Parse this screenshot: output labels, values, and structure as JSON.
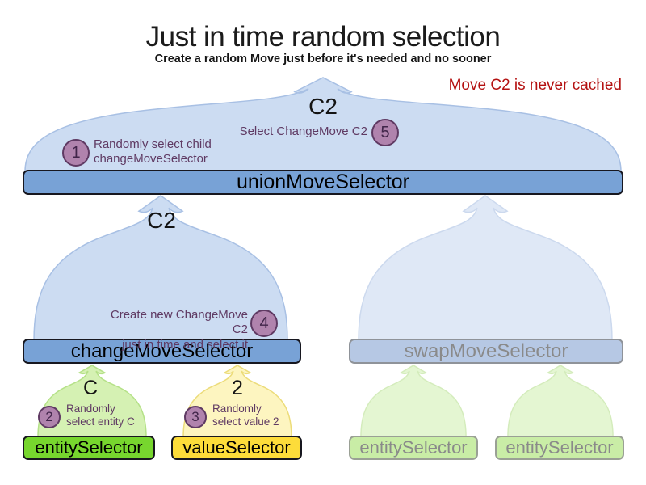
{
  "title": "Just in time random selection",
  "subtitle": "Create a random Move just before it's needed and no sooner",
  "note": {
    "text": "Move C2 is never cached",
    "color": "#b41111"
  },
  "selectors": {
    "union": {
      "label": "unionMoveSelector",
      "selected_move": "C2"
    },
    "change": {
      "label": "changeMoveSelector",
      "selected_move": "C2"
    },
    "swap": {
      "label": "swapMoveSelector"
    },
    "entity": {
      "label": "entitySelector",
      "selected": "C"
    },
    "value": {
      "label": "valueSelector",
      "selected": "2"
    },
    "entity_faded_left": {
      "label": "entitySelector"
    },
    "entity_faded_right": {
      "label": "entitySelector"
    }
  },
  "steps": {
    "s1": {
      "num": "1",
      "line1": "Randomly select child",
      "line2": "changeMoveSelector"
    },
    "s2": {
      "num": "2",
      "line1": "Randomly",
      "line2": "select entity C"
    },
    "s3": {
      "num": "3",
      "line1": "Randomly",
      "line2": "select value 2"
    },
    "s4": {
      "num": "4",
      "line1": "Create new ChangeMove C2",
      "line2": "just in time and select it"
    },
    "s5": {
      "num": "5",
      "line1": "Select ChangeMove C2"
    }
  },
  "colors": {
    "active_bar_blue": "#78a2d6",
    "faded_bar_blue": "#b6c8e4",
    "entity_bar_green": "#77d62e",
    "value_bar_yellow": "#fddc3a",
    "faded_bar_green": "#c9eda6",
    "dome_blue": "#ccdcf2",
    "dome_green": "#d5f1b3",
    "dome_yellow": "#fdf5c0",
    "step_badge_purple": "#b083ad",
    "step_text_purple": "#5f3a63",
    "note_red": "#b41111"
  }
}
